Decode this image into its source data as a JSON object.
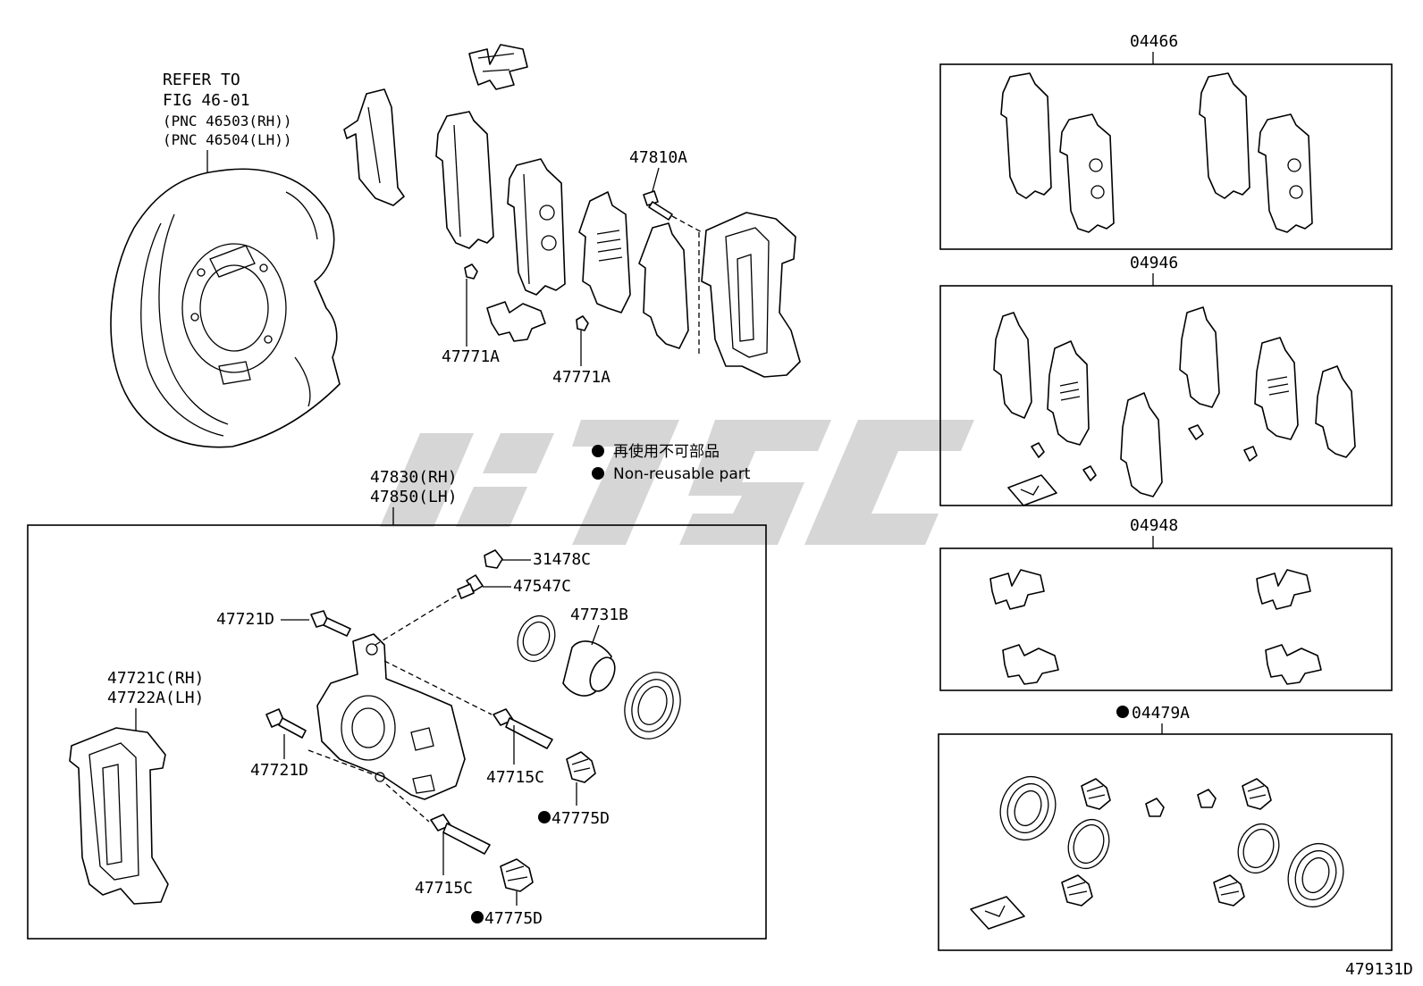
{
  "refer_note": {
    "line1": "REFER TO",
    "line2": "FIG 46-01",
    "line3": "(PNC 46503(RH))",
    "line4": "(PNC 46504(LH))"
  },
  "legend": {
    "zh": "再使用不可部品",
    "en": "Non-reusable part"
  },
  "parts": {
    "p47810A": "47810A",
    "p47771A_1": "47771A",
    "p47771A_2": "47771A",
    "p47830": "47830(RH)",
    "p47850": "47850(LH)",
    "p31478C": "31478C",
    "p47547C": "47547C",
    "p47721D_1": "47721D",
    "p47721D_2": "47721D",
    "p47731B": "47731B",
    "p47721C": "47721C(RH)",
    "p47722A": "47722A(LH)",
    "p47715C_1": "47715C",
    "p47715C_2": "47715C",
    "p47775D_1": "47775D",
    "p47775D_2": "47775D"
  },
  "kits": {
    "k04466": "04466",
    "k04946": "04946",
    "k04948": "04948",
    "k04479A": "04479A"
  },
  "figure_code": "479131D",
  "colors": {
    "line": "#000000",
    "watermark": "#c8c8c8",
    "background": "#ffffff"
  }
}
